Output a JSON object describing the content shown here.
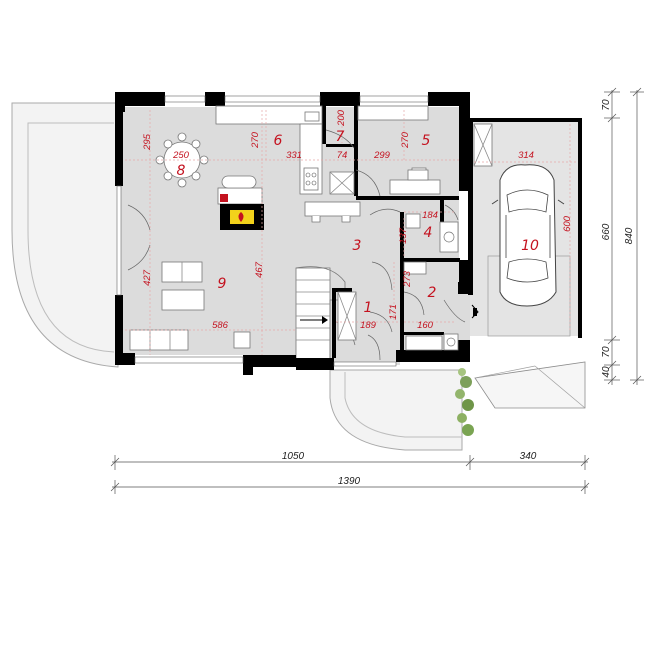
{
  "rooms": [
    {
      "number": "1"
    },
    {
      "number": "2"
    },
    {
      "number": "3"
    },
    {
      "number": "4"
    },
    {
      "number": "5"
    },
    {
      "number": "6"
    },
    {
      "number": "7"
    },
    {
      "number": "8"
    },
    {
      "number": "9"
    },
    {
      "number": "10"
    }
  ],
  "inner_dims": [
    "295",
    "270",
    "331",
    "200",
    "74",
    "270",
    "299",
    "250",
    "314",
    "184",
    "137",
    "273",
    "427",
    "467",
    "586",
    "600",
    "189",
    "171",
    "160"
  ],
  "overall": {
    "bottom_left": "1050",
    "bottom_right": "340",
    "bottom_total": "1390",
    "right_top": "70",
    "right_middle": "660",
    "right_total": "840",
    "right_low": "70",
    "right_bottom": "40"
  },
  "colors": {
    "wall": "#000000",
    "floor": "#dcdcdc",
    "labels": "#c4121f",
    "terrace": "#f2f2f2"
  }
}
